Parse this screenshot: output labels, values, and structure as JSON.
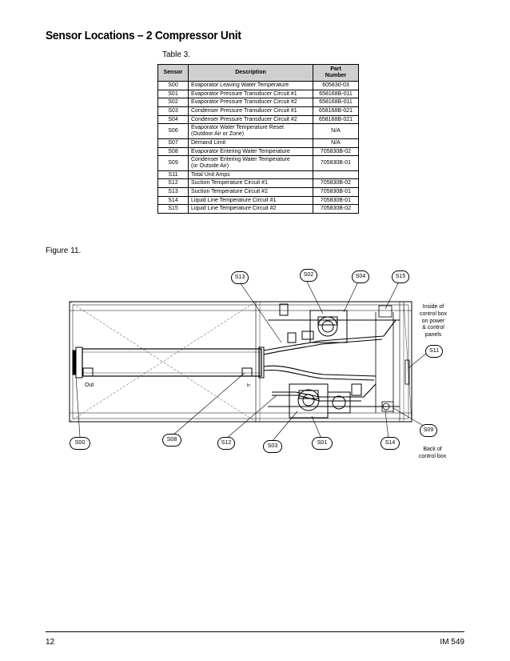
{
  "title": "Sensor Locations – 2 Compressor Unit",
  "table": {
    "caption": "Table 3.",
    "headers": [
      "Sensor",
      "Description",
      "Part\nNumber"
    ],
    "rows": [
      [
        "S00",
        "Evaporator Leaving Water Temperature",
        "605830-03"
      ],
      [
        "S01",
        "Evaporator Pressure Transducer Circuit #1",
        "658168B-011"
      ],
      [
        "S02",
        "Evaporator Pressure Transducer Circuit #2",
        "658168B-011"
      ],
      [
        "S03",
        "Condenser Pressure Transducer Circuit #1",
        "658168B-021"
      ],
      [
        "S04",
        "Condenser Pressure Transducer Circuit #2",
        "658168B-021"
      ],
      [
        "S06",
        "Evaporator Water Temperature Reset\n(Outdoor Air or Zone)",
        "N/A"
      ],
      [
        "S07",
        "Demand Limit",
        "N/A"
      ],
      [
        "S08",
        "Evaporator Entering Water Temperature",
        "705830B-02"
      ],
      [
        "S09",
        "Condenser Entering Water Temperature\n(or Outside Air)",
        "705830B-01"
      ],
      [
        "S11",
        "Total Unit Amps",
        ""
      ],
      [
        "S12",
        "Suction Temperature Circuit #1",
        "705830B-02"
      ],
      [
        "S13",
        "Suction Temperature Circuit #2",
        "705830B-01"
      ],
      [
        "S14",
        "Liquid Line Temperature Circuit #1",
        "705830B-01"
      ],
      [
        "S15",
        "Liquid Line Temperature Circuit #2",
        "705830B-02"
      ]
    ]
  },
  "figure": {
    "caption": "Figure 11.",
    "callouts": {
      "s13": "S13",
      "s02": "S02",
      "s04": "S04",
      "s15": "S15",
      "s11": "S11",
      "s09": "S09",
      "s00": "S00",
      "s08": "S08",
      "s12": "S12",
      "s03": "S03",
      "s01": "S01",
      "s14": "S14"
    },
    "notes": {
      "inside": "Inside of\ncontrol box\non power\n& control\npanels",
      "back": "Back of\ncontrol box",
      "out": "Out",
      "in": "In"
    }
  },
  "footer": {
    "page": "12",
    "doc": "IM 549"
  }
}
